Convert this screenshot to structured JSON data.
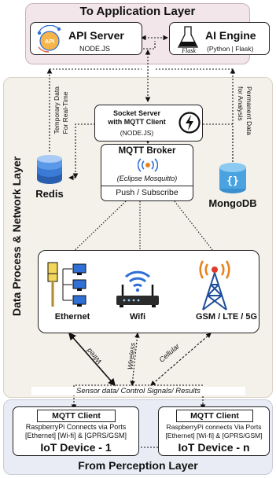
{
  "top_layer": {
    "title": "To Application Layer"
  },
  "api_server": {
    "title": "API Server",
    "subtitle": "NODE.JS",
    "icon_text": "API"
  },
  "ai_engine": {
    "title": "AI Engine",
    "subtitle": "(Python | Flask)",
    "icon_text": "Flask"
  },
  "side_layer": {
    "title": "Data Process & Network Layer"
  },
  "socket_server": {
    "title_line1": "Socket Server",
    "title_line2": "with MQTT Client",
    "subtitle": "(NODE.JS)"
  },
  "redis": {
    "label": "Redis"
  },
  "mongodb": {
    "label": "MongoDB"
  },
  "mqtt_broker": {
    "title": "MQTT Broker",
    "subtitle": "(Eclipse Mosquitto)",
    "footer": "Push / Subscribe"
  },
  "edge_labels": {
    "temporary_1": "Temporary Data",
    "temporary_2": "For Real-Time",
    "permanent_1": "Permanent Data",
    "permanent_2": "for Analysis",
    "wired": "Wired",
    "wireless": "Wireless",
    "cellular": "Cellular",
    "sensor": "Sensor data/ Control Signals/ Results"
  },
  "network": {
    "ethernet": "Ethernet",
    "wifi": "Wifi",
    "cellular": "GSM / LTE / 5G"
  },
  "devices": [
    {
      "client": "MQTT Client",
      "desc1": "RaspberryPi Connects via Ports",
      "desc2": "[Ethernet] [Wi-fi] & [GPRS/GSM]",
      "name": "IoT Device - 1"
    },
    {
      "client": "MQTT Client",
      "desc1": "RaspberryPi connects Via Ports",
      "desc2": "[Ethernet] [Wi-fi] & [GPRS/GSM]",
      "name": "IoT Device - n"
    }
  ],
  "bottom_layer": {
    "title": "From Perception Layer"
  },
  "colors": {
    "top_panel": "#f2e6ea",
    "middle_panel": "#f4f1ea",
    "bottom_panel": "#e9ecf4",
    "accent_blue": "#2f6fd6",
    "redis_blue": "#3a7bd5",
    "mongo_blue": "#4aa3e0",
    "antenna_orange": "#e8821e"
  }
}
